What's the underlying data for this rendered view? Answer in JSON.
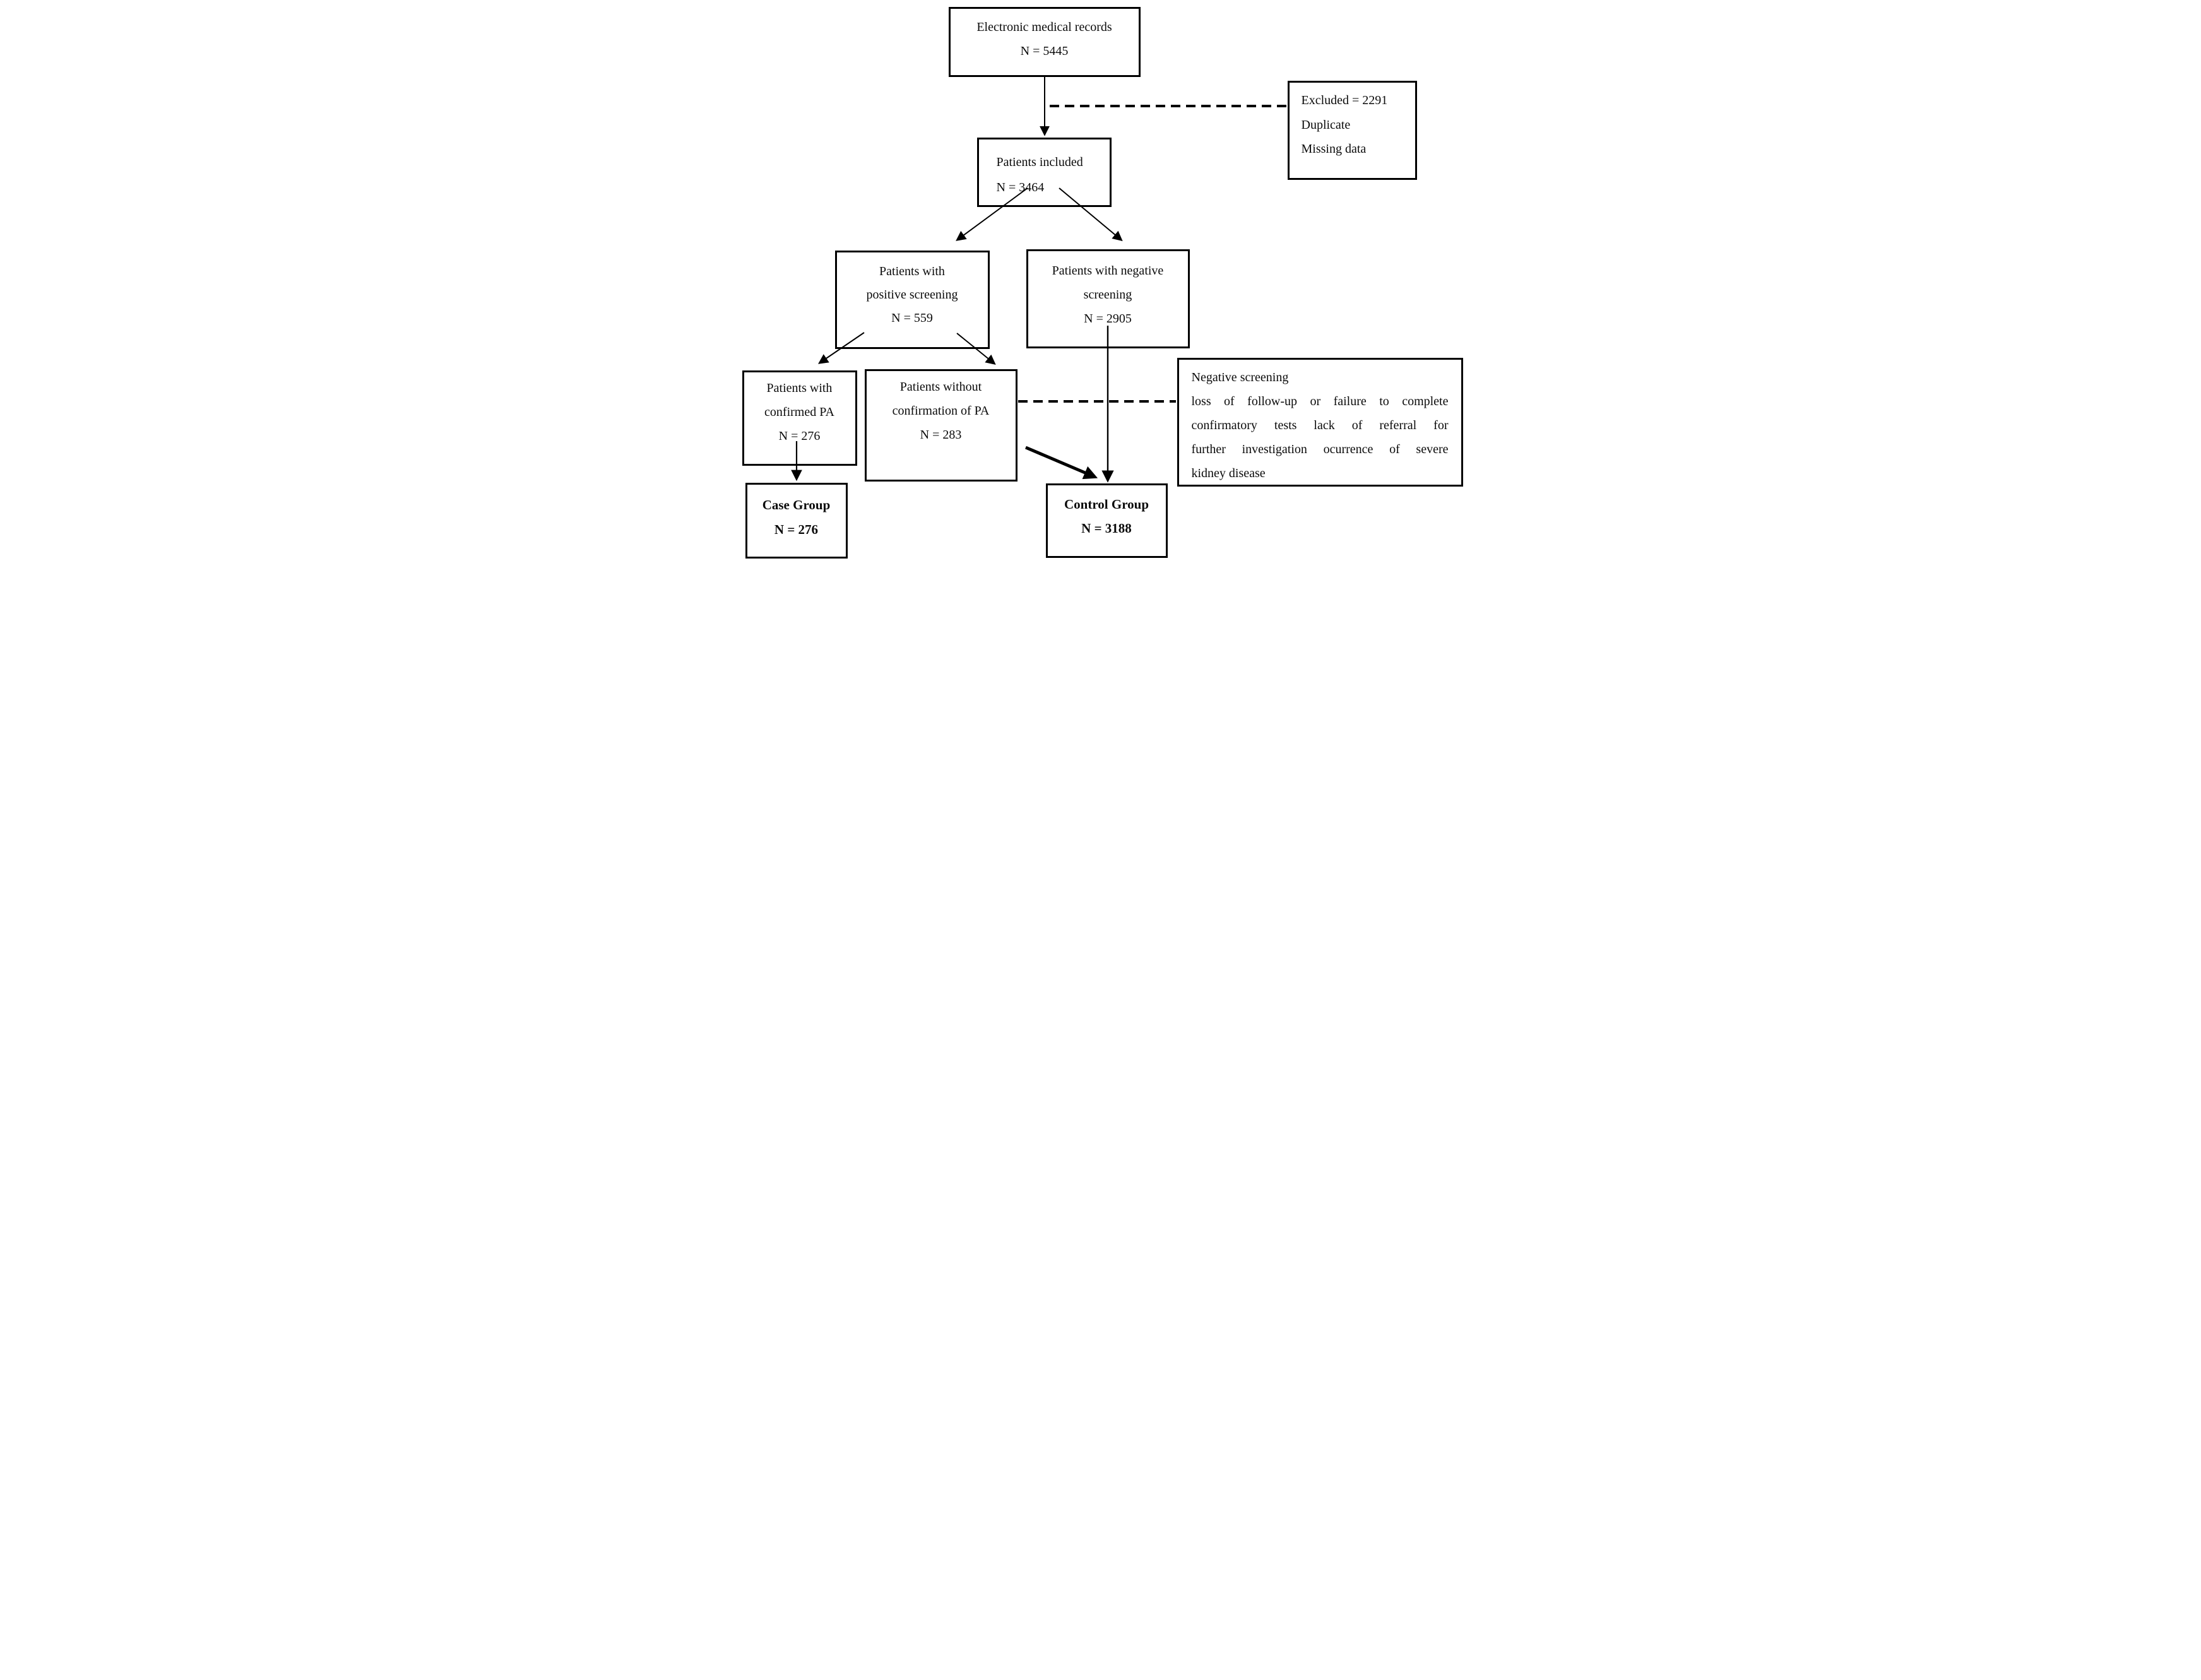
{
  "flow": {
    "boxes": {
      "emr": {
        "lines": [
          "Electronic medical records",
          "N = 5445"
        ]
      },
      "excluded": {
        "lines": [
          "Excluded = 2291",
          "Duplicate",
          "Missing data"
        ]
      },
      "included": {
        "lines": [
          "Patients included",
          "N = 3464"
        ]
      },
      "positive": {
        "lines": [
          "Patients with",
          "positive screening",
          "N = 559"
        ]
      },
      "negative": {
        "lines": [
          "Patients with negative",
          "screening",
          "N = 2905"
        ]
      },
      "confirmed": {
        "lines": [
          "Patients with",
          "confirmed PA",
          "N = 276"
        ]
      },
      "unconfirmed": {
        "lines": [
          "Patients without",
          "confirmation of PA",
          "N = 283"
        ]
      },
      "note": {
        "lines": [
          "Negative screening",
          "loss of follow-up or failure to complete",
          "confirmatory tests lack of referral for",
          "further investigation ocurrence of severe",
          "kidney disease"
        ]
      },
      "case_group": {
        "lines": [
          "Case Group",
          "N = 276"
        ]
      },
      "control_group": {
        "lines": [
          "Control Group",
          "N = 3188"
        ]
      }
    },
    "edges": [
      {
        "from": "emr",
        "to": "included",
        "style": "solid-arrow"
      },
      {
        "from": "emr-included-connector",
        "to": "excluded",
        "style": "dashed-line"
      },
      {
        "from": "included",
        "to": "positive",
        "style": "solid-arrow"
      },
      {
        "from": "included",
        "to": "negative",
        "style": "solid-arrow"
      },
      {
        "from": "positive",
        "to": "confirmed",
        "style": "solid-arrow"
      },
      {
        "from": "positive",
        "to": "unconfirmed",
        "style": "solid-arrow"
      },
      {
        "from": "confirmed",
        "to": "case_group",
        "style": "solid-arrow"
      },
      {
        "from": "negative",
        "to": "control_group",
        "style": "solid-arrow"
      },
      {
        "from": "unconfirmed",
        "to": "control_group",
        "style": "bold-solid-arrow"
      },
      {
        "from": "unconfirmed",
        "to": "note",
        "style": "dashed-line"
      }
    ],
    "colors": {
      "ink": "#000000",
      "background": "#ffffff"
    }
  }
}
